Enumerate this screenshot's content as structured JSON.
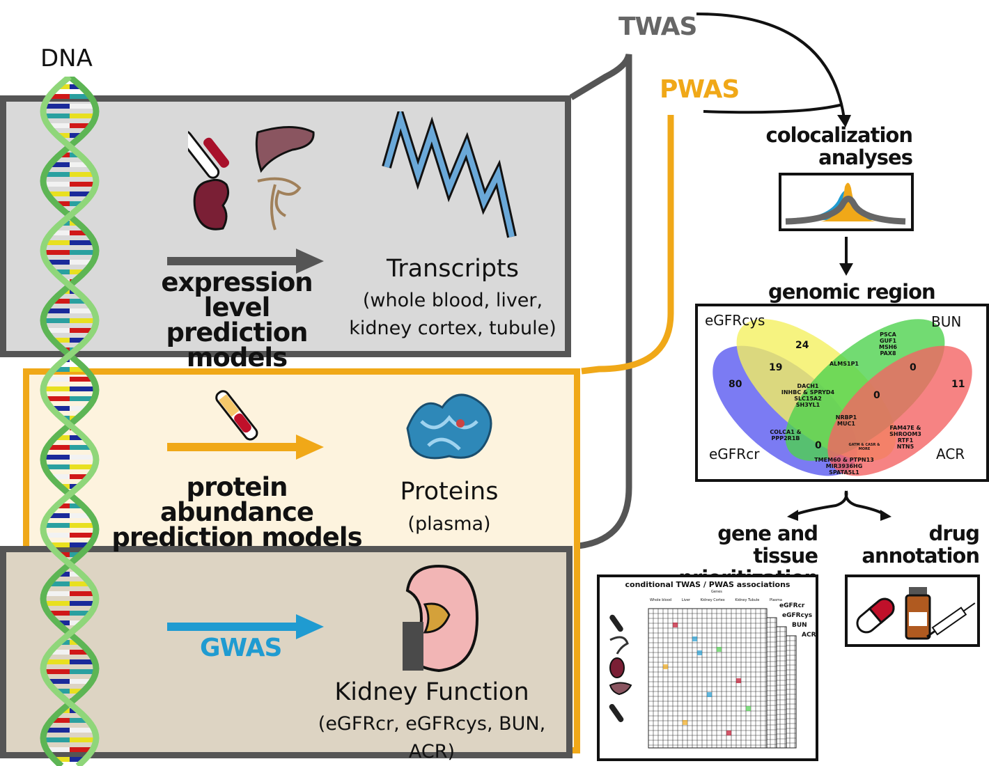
{
  "labels": {
    "dna": "DNA",
    "twas": "TWAS",
    "pwas": "PWAS"
  },
  "transcripts_panel": {
    "model_title": [
      "expression level",
      "prediction",
      "models"
    ],
    "result_title": "Transcripts",
    "result_sub": [
      "(whole blood, liver,",
      "kidney cortex, tubule)"
    ]
  },
  "proteins_panel": {
    "model_title": [
      "protein abundance",
      "prediction models"
    ],
    "result_title": "Proteins",
    "result_sub": "(plasma)"
  },
  "gwas_panel": {
    "arrow_label": "GWAS",
    "result_title": "Kidney Function",
    "result_sub": "(eGFRcr, eGFRcys, BUN, ACR)"
  },
  "right_flow": {
    "colocalization": [
      "colocalization",
      "analyses"
    ],
    "overlap_title": "genomic region overlap",
    "gene_tissue": [
      "gene and tissue",
      "prioritization"
    ],
    "drug": [
      "drug",
      "annotation"
    ]
  },
  "venn": {
    "sets": [
      "eGFRcys",
      "BUN",
      "eGFRcr",
      "ACR"
    ],
    "counts": {
      "egfrcys_only": "80",
      "bun_only": "24",
      "acr_only": "11",
      "egfrcys_bun": "19",
      "bun_acr": "0",
      "center_right": "0",
      "egfrcr_bottom": "0"
    },
    "genes": {
      "bun_top": [
        "PSCA",
        "GUF1",
        "MSH6",
        "PAX8"
      ],
      "upper_middle": [
        "ALMS1P1"
      ],
      "center_left": [
        "DACH1",
        "INHBC & SPRYD4",
        "SLC15A2",
        "SH3YL1"
      ],
      "core": [
        "NRBP1",
        "MUC1"
      ],
      "egfrcr_left": [
        "COLCA1 &",
        "PPP2R1B"
      ],
      "acr_right": [
        "FAM47E &",
        "SHROOM3",
        "RTF1",
        "NTN5"
      ],
      "bottom": [
        "TMEM60 & PTPN13",
        "MIR3936HG",
        "SPATA5L1"
      ],
      "bottom_small": [
        "GATM & CASR &",
        "MORE"
      ]
    }
  },
  "heatmap_panel": {
    "title": "conditional TWAS / PWAS associations",
    "genes_label": "Genes",
    "tissues": [
      "Whole blood",
      "Liver",
      "Kidney Cortex",
      "Kidney Tubule",
      "Plasma"
    ],
    "traits": [
      "eGFRcr",
      "eGFRcys",
      "BUN",
      "ACR"
    ]
  },
  "colors": {
    "gray_box": "#555555",
    "orange": "#f0a818",
    "gwas_blue": "#1f9bd1",
    "venn_egfrcys": "#5a5af0",
    "venn_bun": "#f4f060",
    "venn_egfrcr": "#4fd24f",
    "venn_acr": "#f46464"
  }
}
